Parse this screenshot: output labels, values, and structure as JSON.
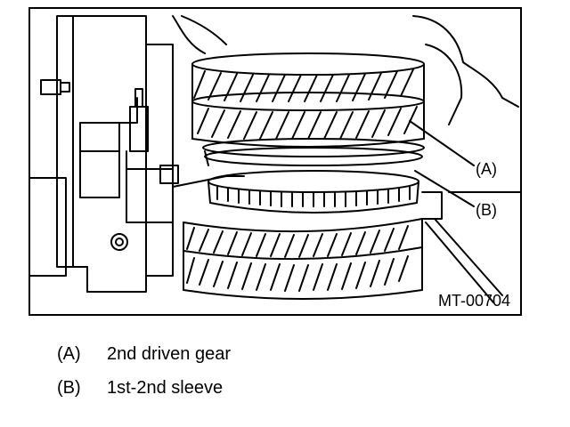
{
  "figure": {
    "id_label": "MT-00704",
    "callouts": [
      {
        "key": "(A)"
      },
      {
        "key": "(B)"
      }
    ]
  },
  "legend": [
    {
      "key": "(A)",
      "text": "2nd driven gear"
    },
    {
      "key": "(B)",
      "text": "1st-2nd sleeve"
    }
  ]
}
